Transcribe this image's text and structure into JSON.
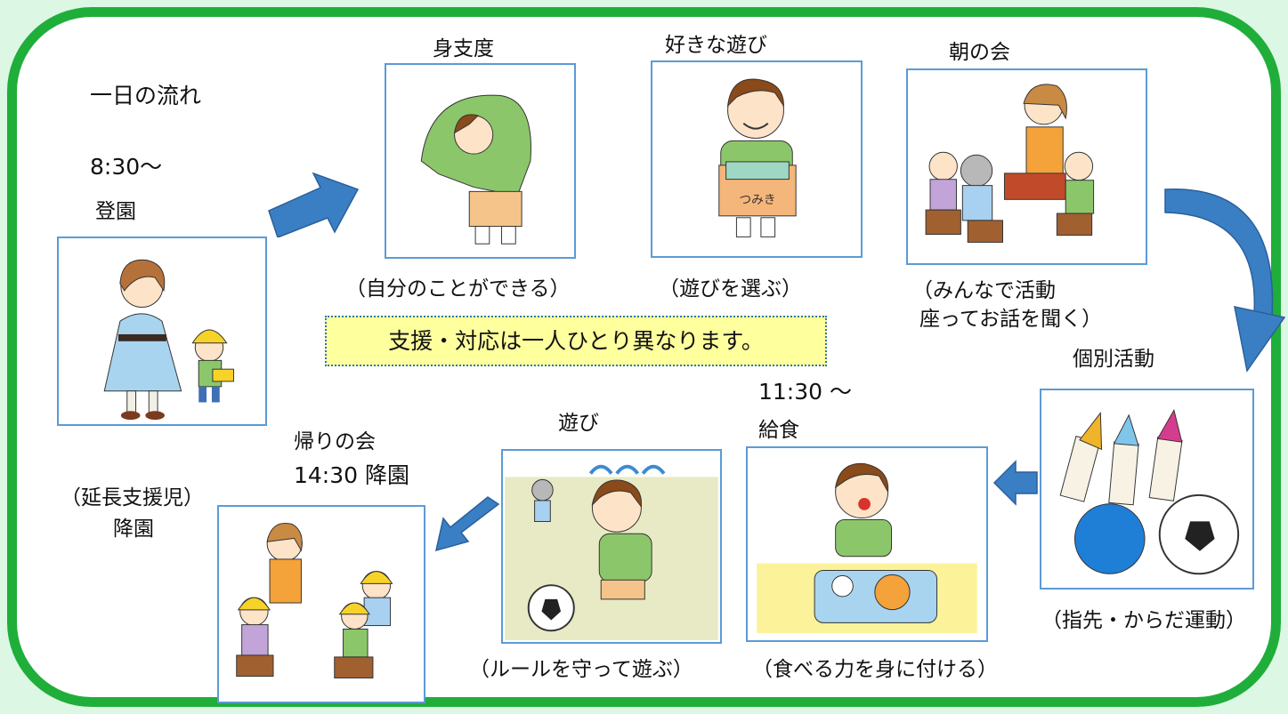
{
  "title": "一日の流れ",
  "notice": "支援・対応は一人ひとり異なります。",
  "steps": {
    "arrival": {
      "time": "8:30〜",
      "label": "登園"
    },
    "dressing": {
      "label": "身支度",
      "caption": "（自分のことができる）"
    },
    "free_play": {
      "label": "好きな遊び",
      "caption": "（遊びを選ぶ）",
      "box_text": "つみき"
    },
    "morning_meeting": {
      "label": "朝の会",
      "caption_line1": "（みんなで活動",
      "caption_line2": "座ってお話を聞く）"
    },
    "individual": {
      "label": "個別活動",
      "caption": "（指先・からだ運動）"
    },
    "lunch": {
      "time": "11:30 〜",
      "label": "給食",
      "caption": "（食べる力を身に付ける）"
    },
    "play": {
      "label": "遊び",
      "caption": "（ルールを守って遊ぶ）"
    },
    "closing": {
      "label": "帰りの会",
      "time_label": "14:30 降園"
    },
    "extended": {
      "label_line1": "（延長支援児）",
      "label_line2": "降園"
    }
  },
  "colors": {
    "frame": "#1fae3a",
    "background": "#dcf7e3",
    "card_border": "#5b9bd5",
    "notice_bg": "#feff9d",
    "arrow": "#3a7fc4"
  },
  "icons": [
    "mother-child-icon",
    "dressing-child-icon",
    "blocks-child-icon",
    "circle-time-icon",
    "crayons-balls-icon",
    "eating-child-icon",
    "running-child-icon",
    "goodbye-meeting-icon",
    "right-arrow-icon",
    "curved-arrow-icon",
    "left-arrow-icon",
    "down-left-arrow-icon"
  ]
}
